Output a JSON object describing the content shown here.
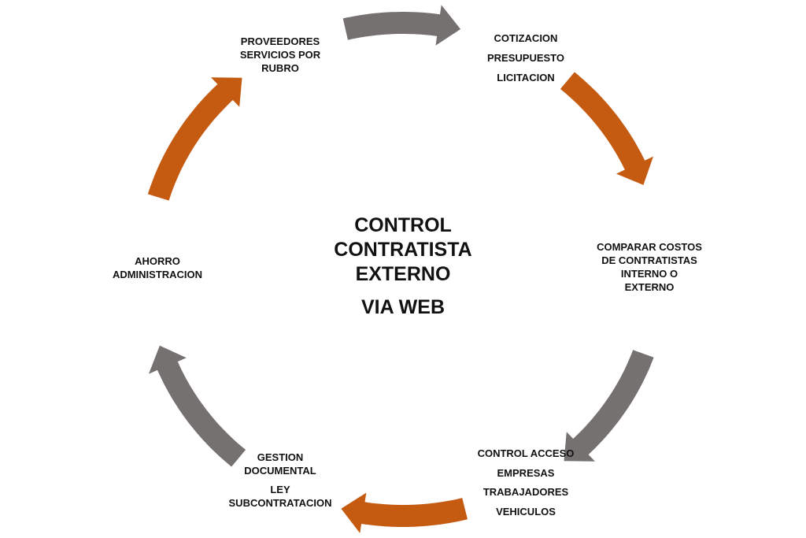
{
  "center": {
    "line1": "CONTROL",
    "line2": "CONTRATISTA",
    "line3": "EXTERNO",
    "line4": "VIA WEB"
  },
  "nodes": {
    "cotizacion": [
      "COTIZACION",
      "PRESUPUESTO",
      "LICITACION"
    ],
    "comparar": [
      "COMPARAR COSTOS",
      "DE CONTRATISTAS",
      "INTERNO O",
      "EXTERNO"
    ],
    "control_acceso": [
      "CONTROL ACCESO",
      "EMPRESAS",
      "TRABAJADORES",
      "VEHICULOS"
    ],
    "gestion": [
      "GESTION",
      "DOCUMENTAL",
      "LEY",
      "SUBCONTRATACION"
    ],
    "ahorro": [
      "AHORRO",
      "ADMINISTRACION"
    ],
    "proveedores": [
      "PROVEEDORES",
      "SERVICIOS POR",
      "RUBRO"
    ]
  },
  "colors": {
    "orange": "#C55A11",
    "gray": "#767171",
    "text": "#111111"
  }
}
